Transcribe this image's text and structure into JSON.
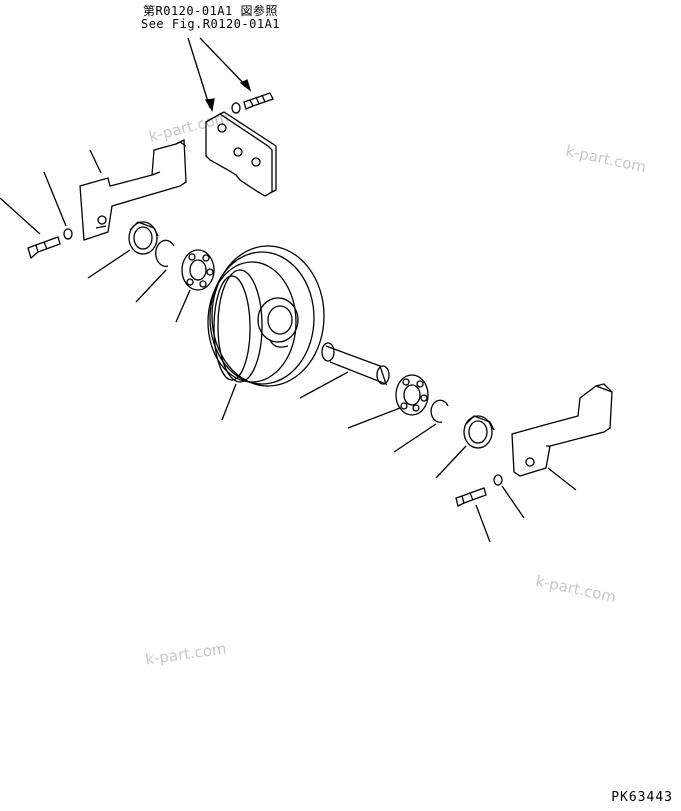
{
  "reference": {
    "jp": "第R0120-01A1 図参照",
    "en": "See Fig.R0120-01A1"
  },
  "watermarks": [
    "k-part.com",
    "k-part.com",
    "k-part.com",
    "k-part.com"
  ],
  "figure_code": "PK63443",
  "colors": {
    "line": "#000000",
    "watermark": "#c8c8c8"
  }
}
